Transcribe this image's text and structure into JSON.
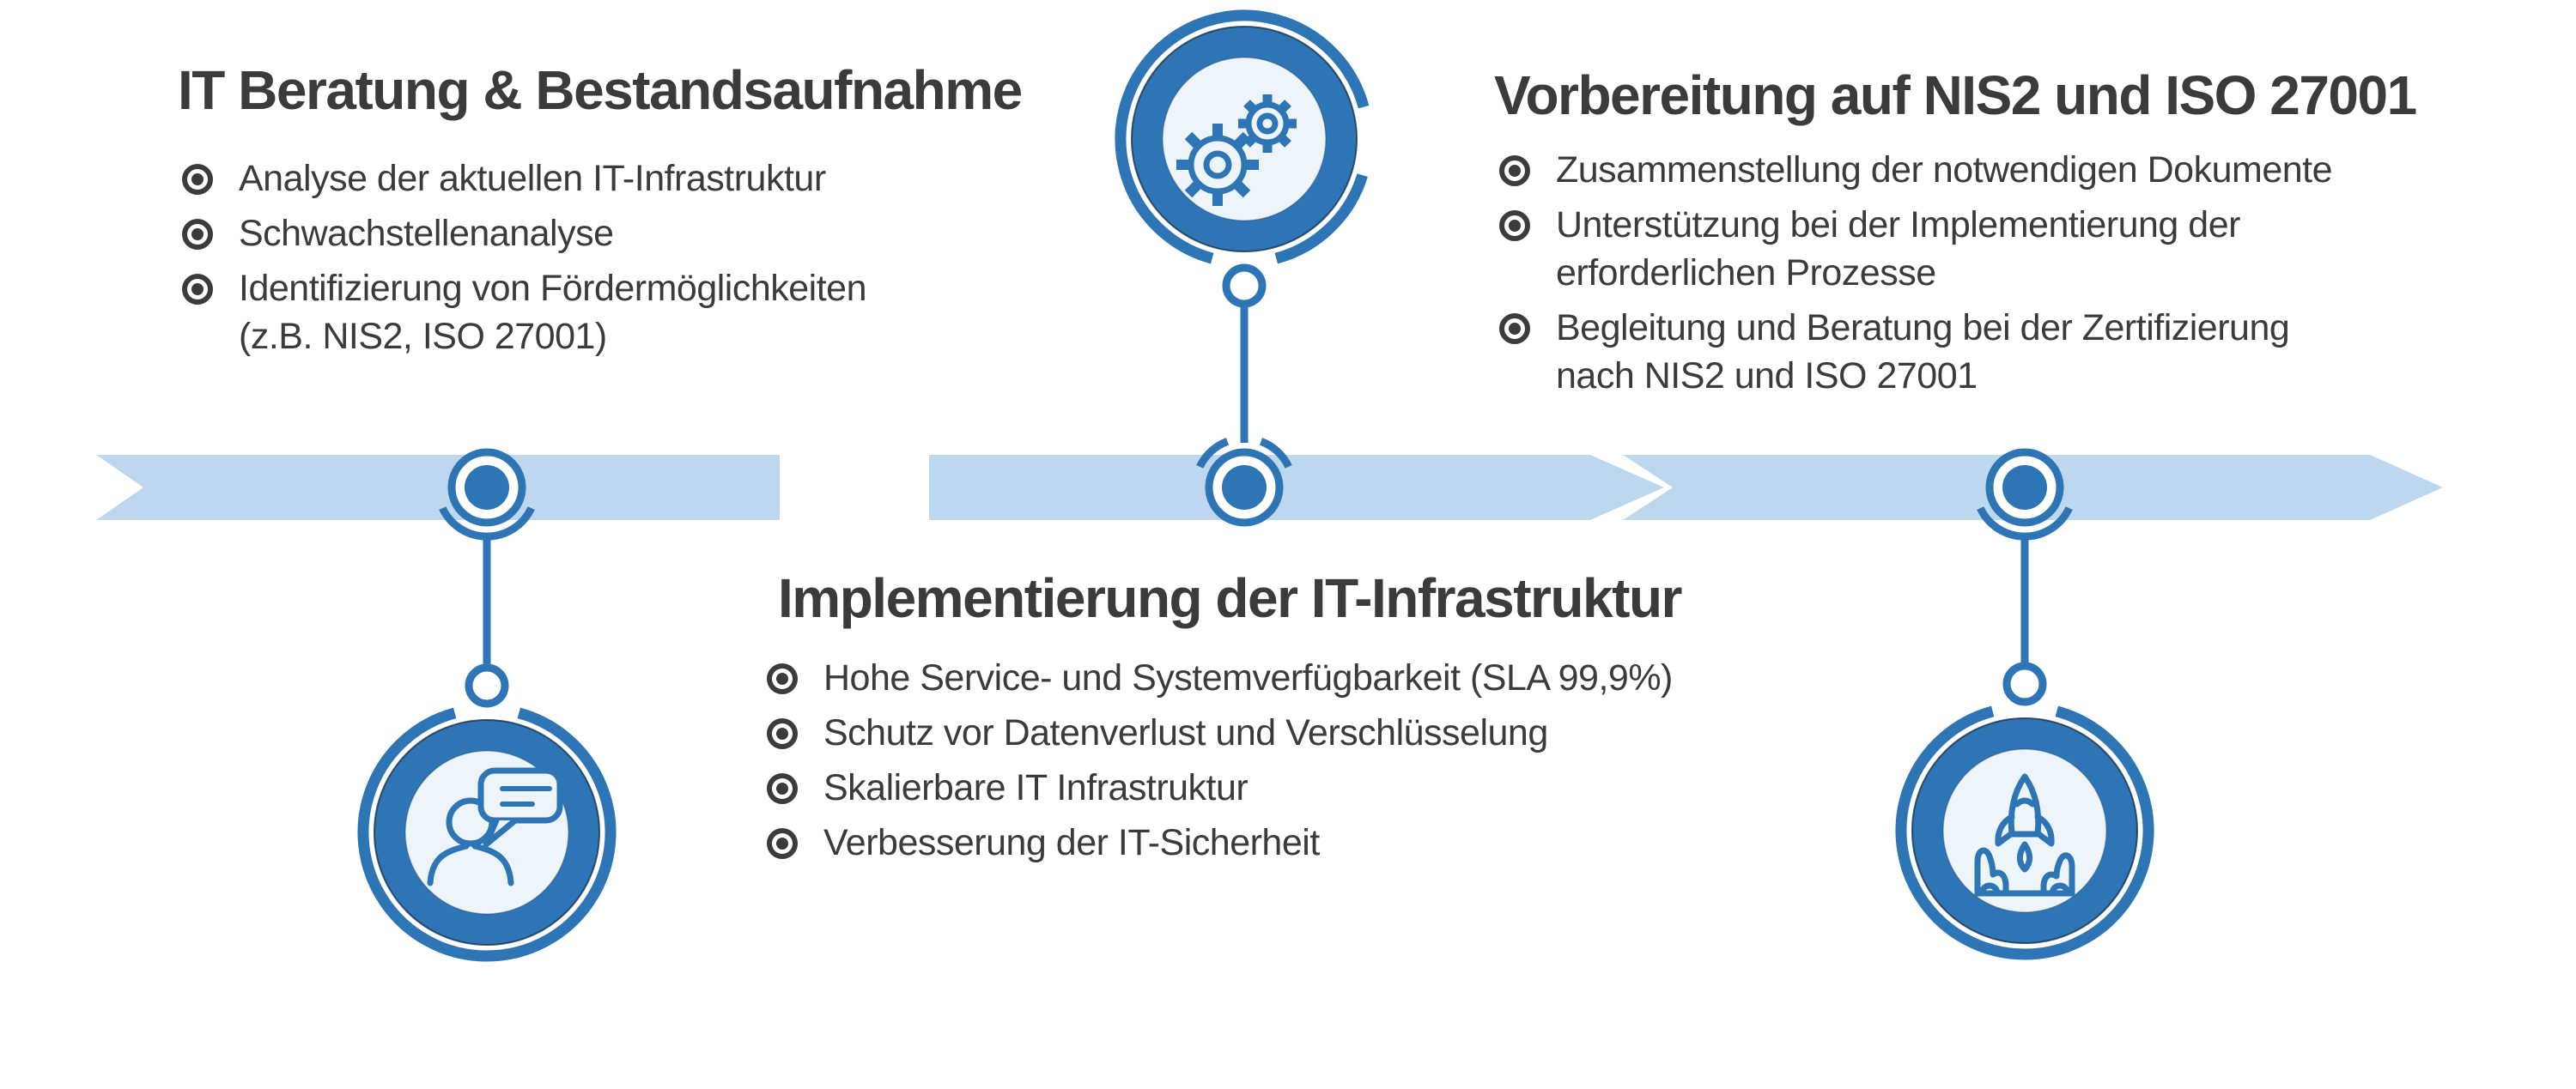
{
  "diagram_title": "IT process timeline infographic",
  "colors": {
    "accent": "#2E75B6",
    "band_fill": "#BDD7EE",
    "icon_circle_fill": "#EDF4FA",
    "text": "#3B3B3B",
    "background": "#FFFFFF"
  },
  "steps": [
    {
      "id": "beratung",
      "title": "IT Beratung & Bestandsaufnahme",
      "icon": "person-chat-icon",
      "lines": [
        {
          "text": "Analyse der aktuellen IT-Infrastruktur",
          "bullet": true
        },
        {
          "text": "Schwachstellenanalyse",
          "bullet": true
        },
        {
          "text": "Identifizierung von Fördermöglichkeiten",
          "bullet": true
        },
        {
          "text": "(z.B. NIS2, ISO 27001)",
          "bullet": false
        }
      ]
    },
    {
      "id": "implementierung",
      "title": "Implementierung der IT-Infrastruktur",
      "icon": "gears-icon",
      "lines": [
        {
          "text": "Hohe Service- und Systemverfügbarkeit (SLA 99,9%)",
          "bullet": true
        },
        {
          "text": "Schutz vor Datenverlust und Verschlüsselung",
          "bullet": true
        },
        {
          "text": "Skalierbare IT Infrastruktur",
          "bullet": true
        },
        {
          "text": "Verbesserung der IT-Sicherheit",
          "bullet": true
        }
      ]
    },
    {
      "id": "vorbereitung",
      "title": "Vorbereitung auf NIS2 und ISO 27001",
      "icon": "rocket-launch-icon",
      "lines": [
        {
          "text": "Zusammenstellung der notwendigen Dokumente",
          "bullet": true
        },
        {
          "text": "Unterstützung bei der Implementierung der",
          "bullet": true
        },
        {
          "text": "erforderlichen Prozesse",
          "bullet": false
        },
        {
          "text": "Begleitung und Beratung bei der Zertifizierung",
          "bullet": true
        },
        {
          "text": "nach NIS2 und ISO 27001",
          "bullet": false
        }
      ]
    }
  ]
}
